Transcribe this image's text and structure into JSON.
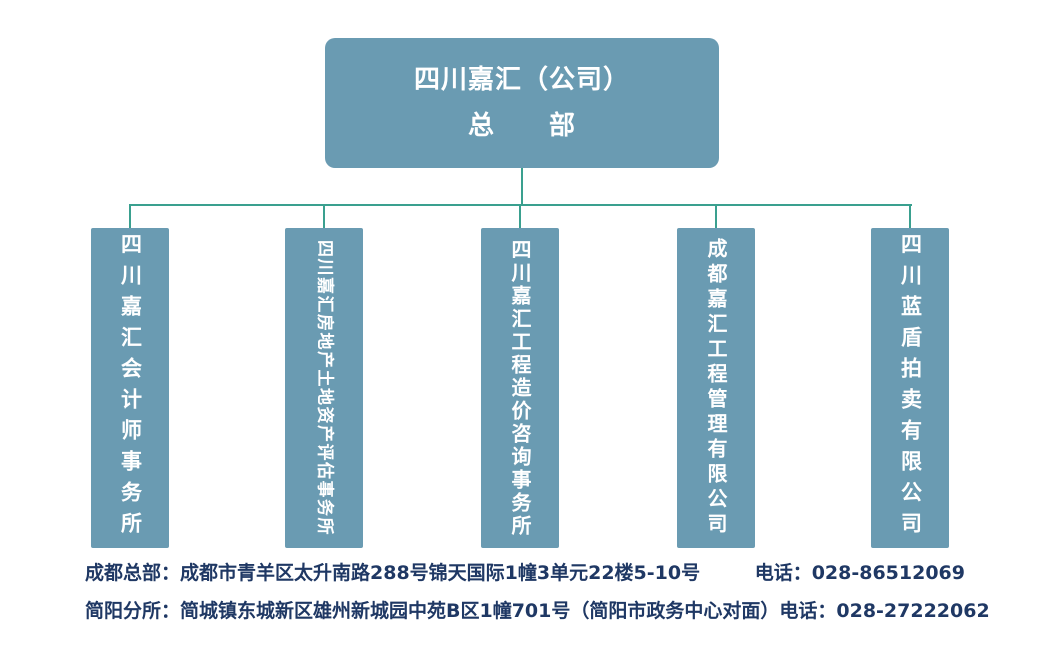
{
  "root": {
    "title": "四川嘉汇（公司）",
    "subtitle": "总　　部"
  },
  "branches": [
    {
      "name": "四川嘉汇会计师事务所"
    },
    {
      "name": "四川嘉汇房地产土地资产评估事务所"
    },
    {
      "name": "四川嘉汇工程造价咨询事务所"
    },
    {
      "name": "成都嘉汇工程管理有限公司"
    },
    {
      "name": "四川蓝盾拍卖有限公司"
    }
  ],
  "footer": {
    "rows": [
      {
        "address": "成都总部：成都市青羊区太升南路288号锦天国际1幢3单元22楼5-10号",
        "phone": "电话：028-86512069"
      },
      {
        "address": "简阳分所：简城镇东城新区雄州新城园中苑B区1幢701号（简阳市政务中心对面）",
        "phone": "电话：028-27222062"
      }
    ]
  },
  "colors": {
    "node_fill": "#6a9bb2",
    "connector": "#3aa08f",
    "node_text": "#ffffff",
    "footer_text": "#1f3864",
    "background": "#ffffff"
  }
}
